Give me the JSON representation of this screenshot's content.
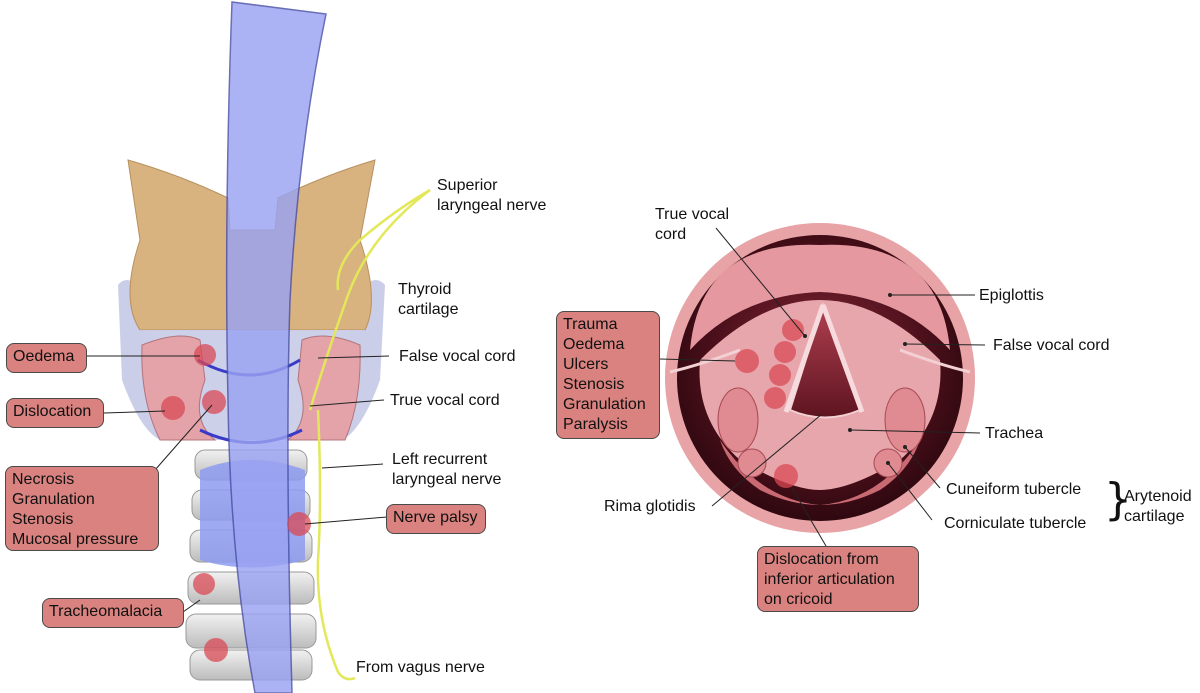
{
  "left_diagram": {
    "labels": {
      "superior_nerve": [
        "Superior",
        "laryngeal nerve"
      ],
      "thyroid": [
        "Thyroid",
        "cartilage"
      ],
      "false_cord": "False vocal cord",
      "true_cord": "True vocal cord",
      "recurrent_nerve": [
        "Left recurrent",
        "laryngeal nerve"
      ],
      "vagus": "From vagus nerve"
    },
    "boxes": {
      "oedema": "Oedema",
      "dislocation": "Dislocation",
      "necrosis_list": [
        "Necrosis",
        "Granulation",
        "Stenosis",
        "Mucosal pressure"
      ],
      "nerve_palsy": "Nerve palsy",
      "tracheomalacia": "Tracheomalacia"
    }
  },
  "right_diagram": {
    "labels": {
      "true_cord": [
        "True vocal",
        "cord"
      ],
      "epiglottis": "Epiglottis",
      "false_cord": "False vocal cord",
      "trachea": "Trachea",
      "rima": "Rima glotidis",
      "cuneiform": "Cuneiform tubercle",
      "corniculate": "Corniculate tubercle",
      "arytenoid": [
        "Arytenoid",
        "cartilage"
      ]
    },
    "boxes": {
      "trauma_list": [
        "Trauma",
        "Oedema",
        "Ulcers",
        "Stenosis",
        "Granulation",
        "Paralysis"
      ],
      "dislocation_list": [
        "Dislocation from",
        "inferior articulation",
        "on cricoid"
      ]
    }
  },
  "colors": {
    "tube": "#9aa3f2",
    "thyroid": "#d8b27f",
    "lesion": "#d9827f",
    "nerve": "#e3e85a",
    "ring": "#e8a3a6",
    "dark": "#5e1420"
  }
}
